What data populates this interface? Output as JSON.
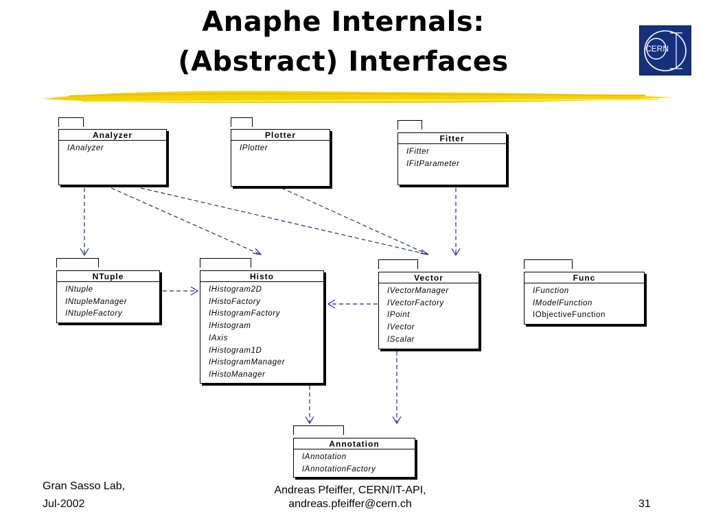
{
  "title": {
    "line1": "Anaphe Internals:",
    "line2": "(Abstract) Interfaces"
  },
  "logo": {
    "text": "CERN",
    "accent": "#15317e"
  },
  "packages": {
    "analyzer": {
      "name": "Analyzer",
      "interfaces": [
        "IAnalyzer"
      ]
    },
    "plotter": {
      "name": "Plotter",
      "interfaces": [
        "IPlotter"
      ]
    },
    "fitter": {
      "name": "Fitter",
      "interfaces": [
        "IFitter",
        "IFitParameter"
      ]
    },
    "ntuple": {
      "name": "NTuple",
      "interfaces": [
        "INtuple",
        "INtupleManager",
        "INtupleFactory"
      ]
    },
    "histo": {
      "name": "Histo",
      "interfaces": [
        "IHistogram2D",
        "IHistoFactory",
        "IHistogramFactory",
        "IHistogram",
        "IAxis",
        "IHistogram1D",
        "IHistogramManager",
        "IHistoManager"
      ]
    },
    "vector": {
      "name": "Vector",
      "interfaces": [
        "IVectorManager",
        "IVectorFactory",
        "IPoint",
        "IVector",
        "IScalar"
      ]
    },
    "func": {
      "name": "Func",
      "interfaces": [
        "IFunction",
        "IModelFunction",
        "IObjectiveFunction"
      ]
    },
    "annotation": {
      "name": "Annotation",
      "interfaces": [
        "IAnnotation",
        "IAnnotationFactory"
      ]
    }
  },
  "footer": {
    "left_line1": "Gran Sasso Lab,",
    "left_line2": "Jul-2002",
    "center_line1": "Andreas Pfeiffer, CERN/IT-API,",
    "center_line2": "andreas.pfeiffer@cern.ch",
    "page": "31"
  }
}
